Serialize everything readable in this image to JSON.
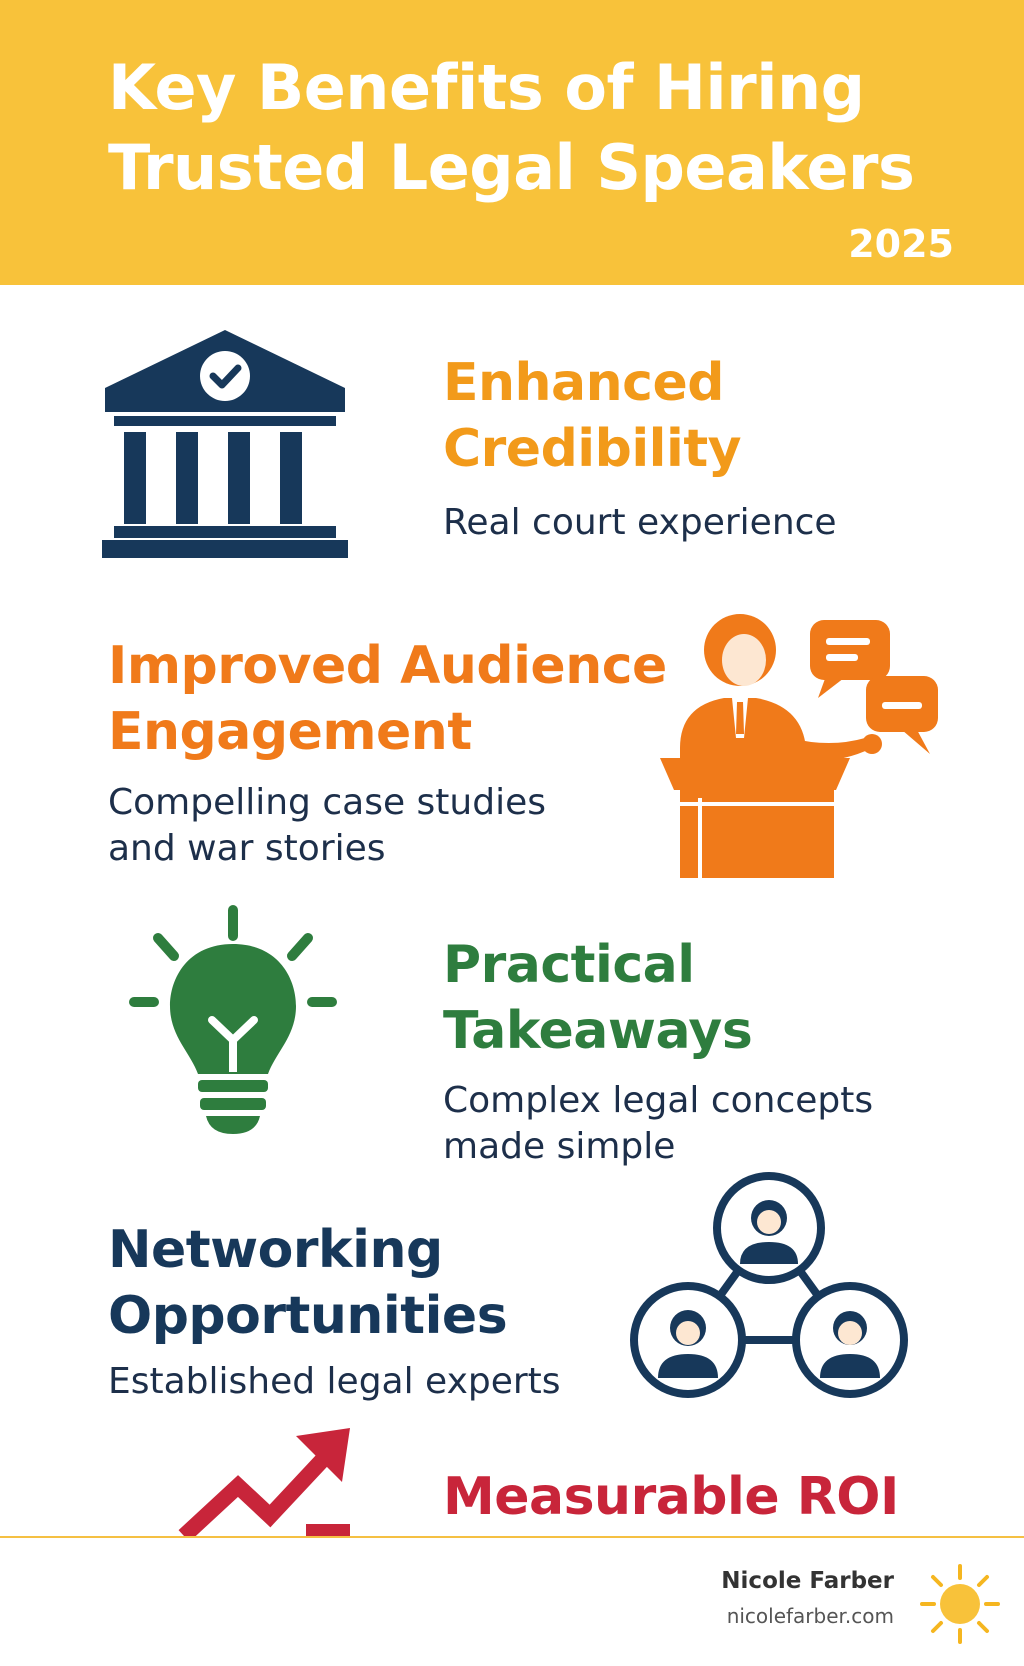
{
  "header": {
    "title": "Key Benefits of Hiring Trusted Legal Speakers",
    "year": "2025"
  },
  "benefits": [
    {
      "title": "Enhanced Credibility",
      "description": "Real court experience",
      "color": "#f29a1a",
      "icon": "courthouse-check-icon"
    },
    {
      "title": "Improved Audience Engagement",
      "description": "Compelling case studies and war stories",
      "color": "#f07a1a",
      "icon": "speaker-podium-icon"
    },
    {
      "title": "Practical Takeaways",
      "description": "Complex legal concepts made simple",
      "color": "#2e7d3e",
      "icon": "lightbulb-icon"
    },
    {
      "title": "Networking Opportunities",
      "description": "Established legal experts",
      "color": "#17385a",
      "icon": "people-network-icon"
    },
    {
      "title": "Measurable ROI",
      "description": "",
      "color": "#c8253a",
      "icon": "trend-arrow-icon"
    }
  ],
  "footer": {
    "name": "Nicole Farber",
    "url": "nicolefarber.com",
    "logo_icon": "sun-icon"
  },
  "colors": {
    "header_bg": "#f8c23a",
    "navy": "#17385a",
    "text": "#1d2f4a"
  }
}
